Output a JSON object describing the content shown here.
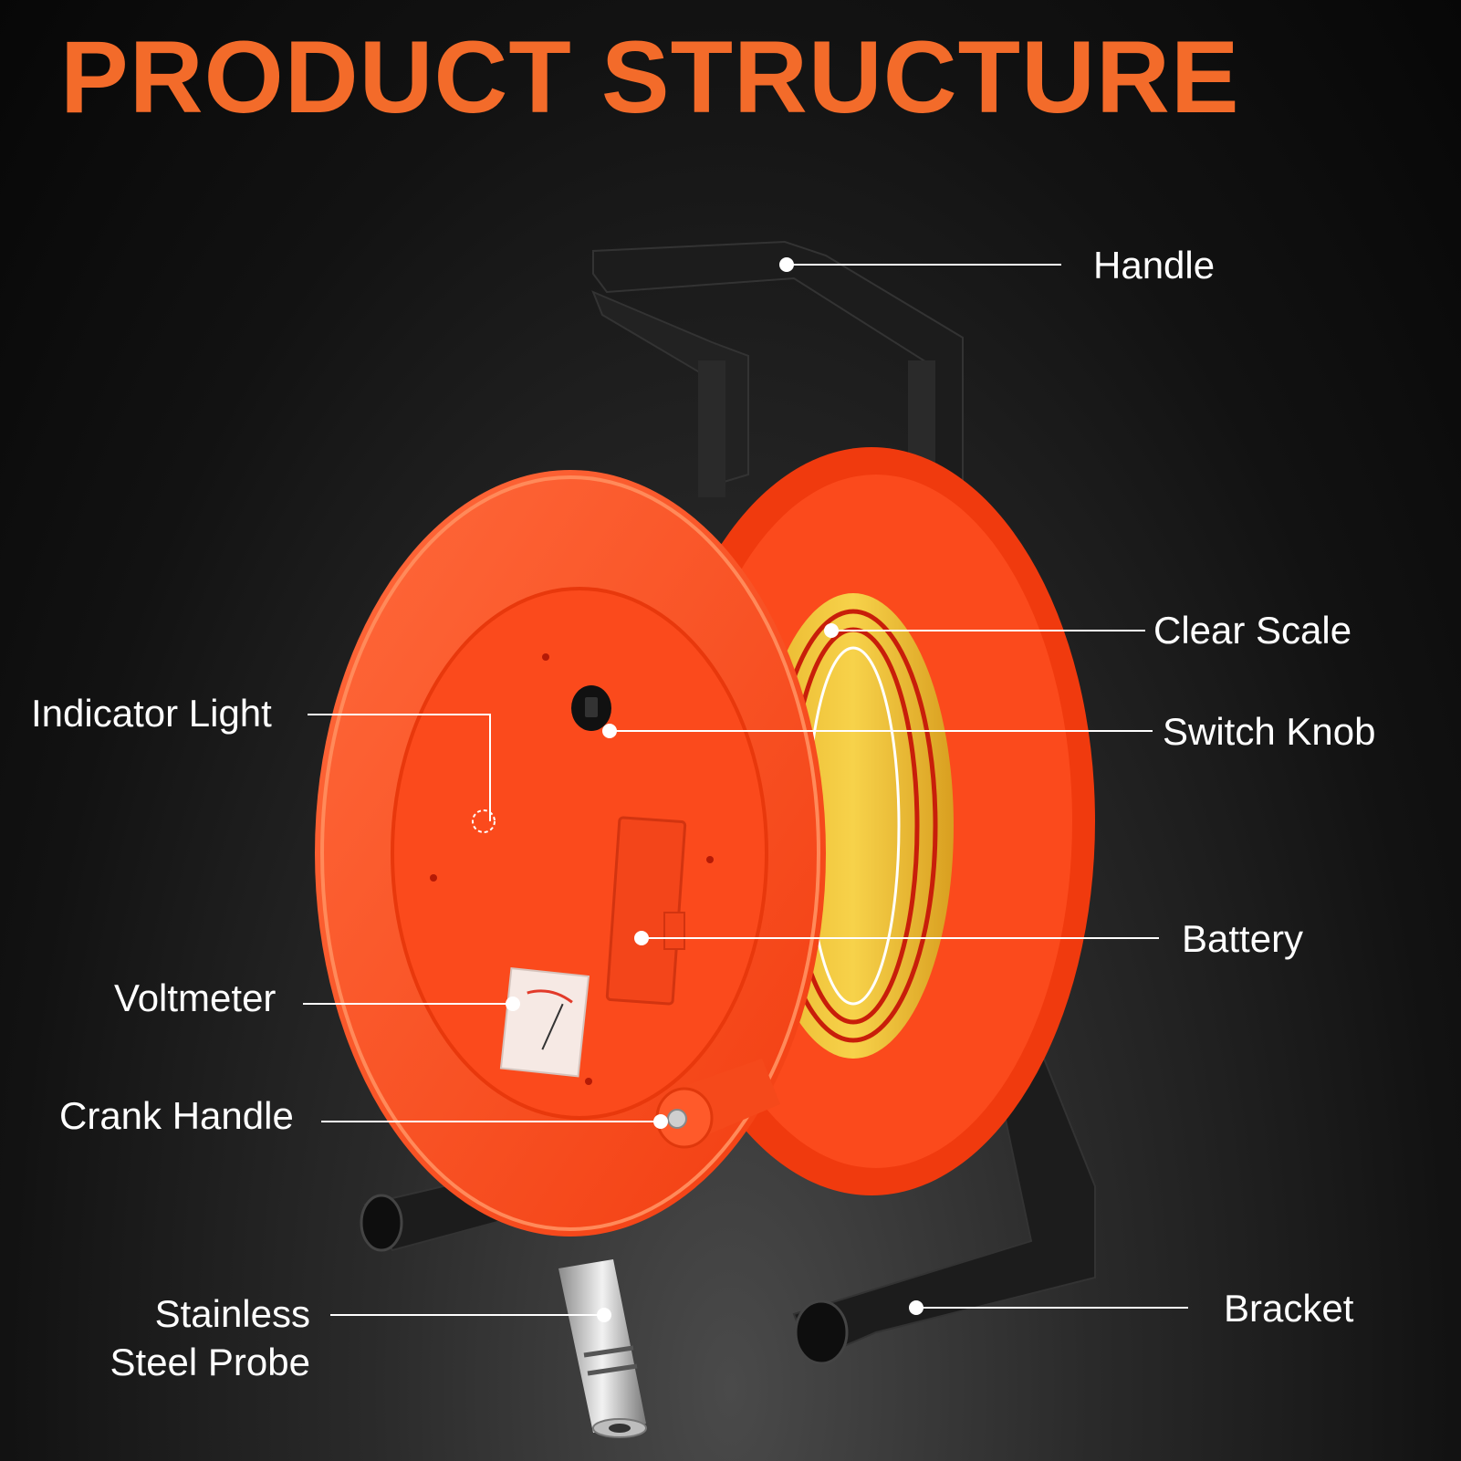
{
  "title": "PRODUCT STRUCTURE",
  "colors": {
    "title": "#f36b2a",
    "reel": "#fb4a1c",
    "reel_light": "#ff6a3c",
    "frame": "#1c1c1c",
    "tape": "#f5c936",
    "leader_lines": "#ffffff"
  },
  "labels": {
    "handle": "Handle",
    "clear_scale": "Clear Scale",
    "indicator_light": "Indicator Light",
    "switch_knob": "Switch Knob",
    "battery": "Battery",
    "voltmeter": "Voltmeter",
    "crank_handle": "Crank Handle",
    "probe_line1": "Stainless",
    "probe_line2": "Steel Probe",
    "bracket": "Bracket"
  }
}
